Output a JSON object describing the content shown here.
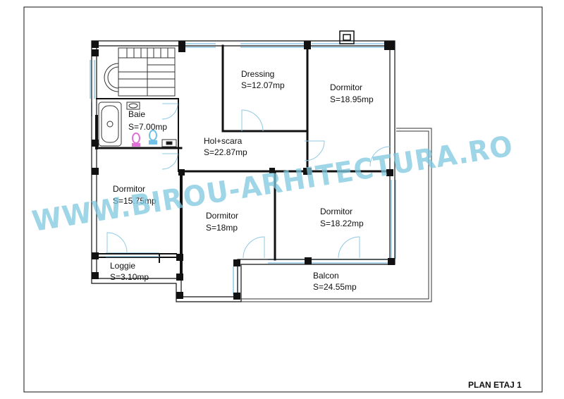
{
  "plan_title": "PLAN ETAJ 1",
  "watermark": "WWW.BIROU-ARHITECTURA.RO",
  "rooms": [
    {
      "name": "Dressing",
      "area": "S=12.07mp"
    },
    {
      "name": "Dormitor",
      "area": "S=18.95mp"
    },
    {
      "name": "Baie",
      "area": "S=7.00mp"
    },
    {
      "name": "Hol+scara",
      "area": "S=22.87mp"
    },
    {
      "name": "Dormitor",
      "area": "S=15.75mp"
    },
    {
      "name": "Dormitor",
      "area": "S=18mp"
    },
    {
      "name": "Dormitor",
      "area": "S=18.22mp"
    },
    {
      "name": "Loggie",
      "area": "S=3.10mp"
    },
    {
      "name": "Balcon",
      "area": "S=24.55mp"
    }
  ],
  "colors": {
    "wall": "#111111",
    "glazing": "#8fc9e6",
    "watermark": "#7ec8e0",
    "fixture_pink": "#e070d8",
    "fixture_blue": "#70c0e8"
  }
}
